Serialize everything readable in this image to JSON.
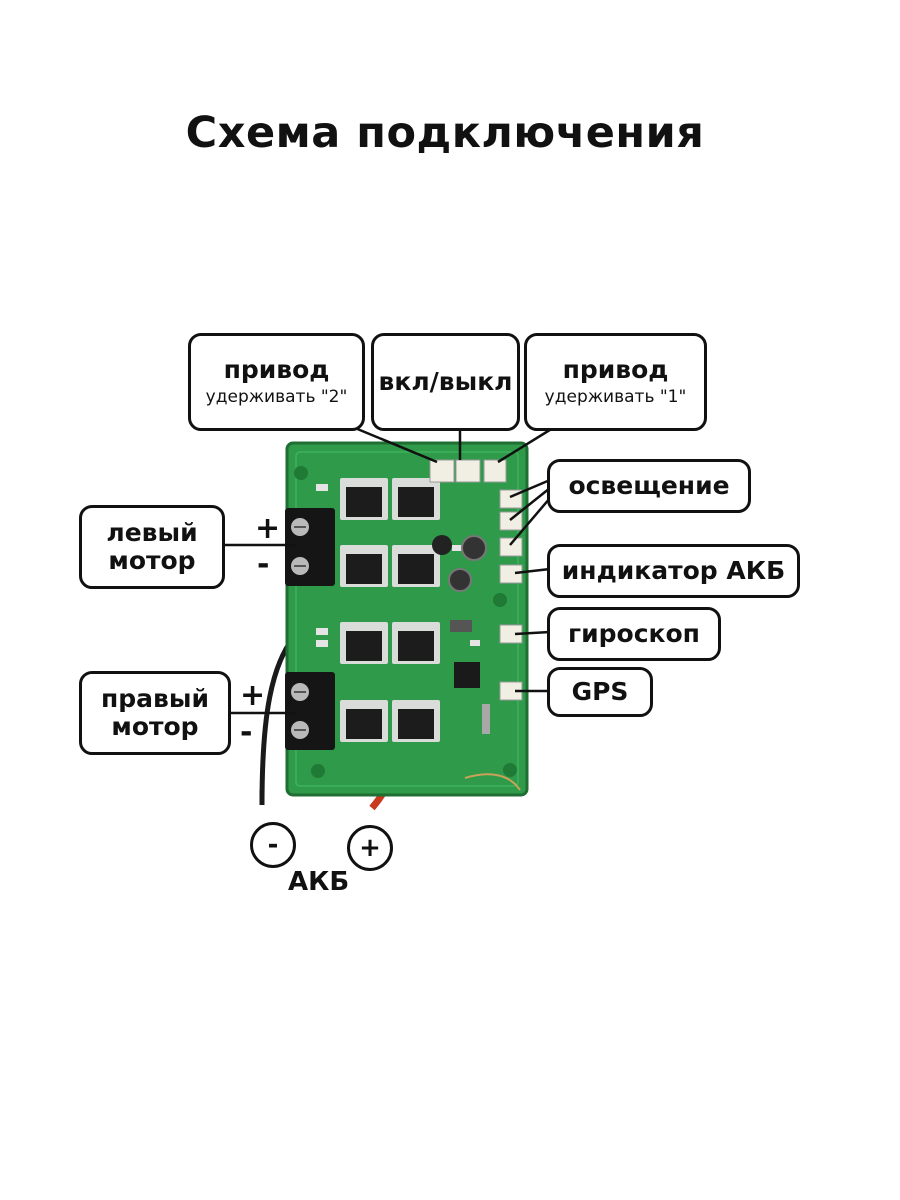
{
  "title": "Схема подключения",
  "labels": {
    "drive2_main": "привод",
    "drive2_sub": "удерживать \"2\"",
    "power": "вкл/выкл",
    "drive1_main": "привод",
    "drive1_sub": "удерживать \"1\"",
    "lighting": "освещение",
    "battery_indicator": "индикатор АКБ",
    "gyro": "гироскоп",
    "gps": "GPS",
    "left_motor": "левый мотор",
    "right_motor": "правый мотор"
  },
  "polarity": {
    "plus": "+",
    "minus": "-"
  },
  "battery": {
    "label": "АКБ",
    "minus": "-",
    "plus": "+"
  },
  "colors": {
    "pcb_green": "#2f9a4a",
    "pcb_dark": "#1f6e33",
    "wire_red": "#c8391e",
    "wire_black": "#1a1a1a",
    "terminal_black": "#151515"
  }
}
